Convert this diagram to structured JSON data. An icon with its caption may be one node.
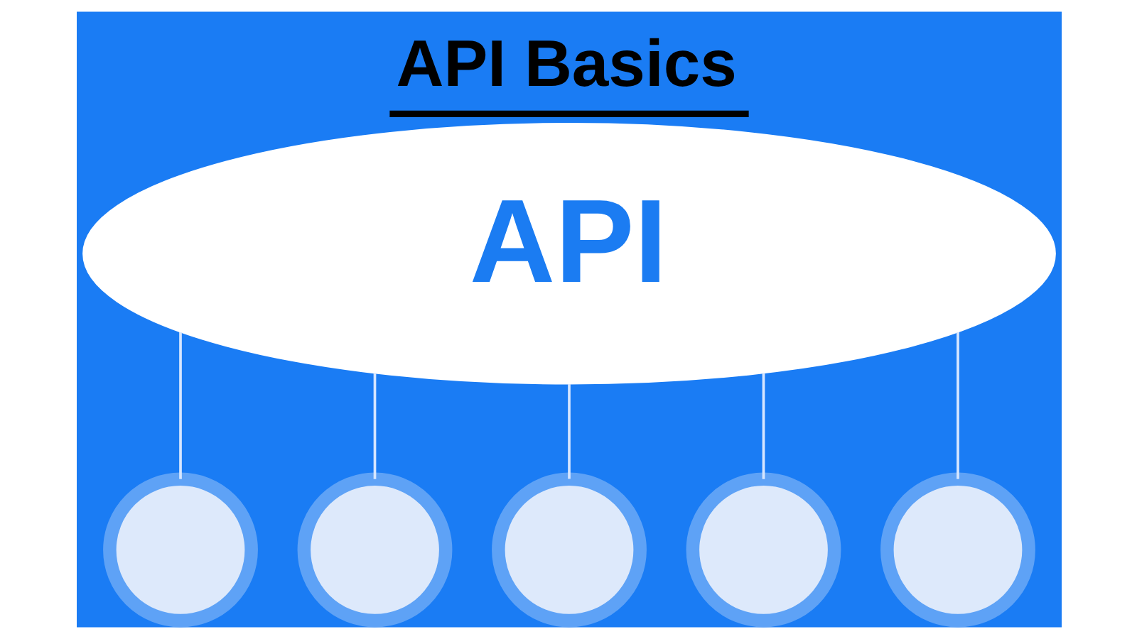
{
  "diagram": {
    "title": "API Basics",
    "nodes": [
      {
        "text": [
          "API"
        ]
      },
      {
        "text": [],
        "shape": "circle"
      },
      {
        "text": [],
        "shape": "circle"
      },
      {
        "text": [],
        "shape": "circle"
      },
      {
        "text": [],
        "shape": "circle"
      },
      {
        "text": [],
        "shape": "circle"
      }
    ],
    "edges": [
      {
        "from": 0,
        "to": 1,
        "arrow": "none"
      },
      {
        "from": 0,
        "to": 2,
        "arrow": "none"
      },
      {
        "from": 0,
        "to": 3,
        "arrow": "none"
      },
      {
        "from": 0,
        "to": 4,
        "arrow": "none"
      },
      {
        "from": 0,
        "to": 5,
        "arrow": "none"
      }
    ]
  }
}
